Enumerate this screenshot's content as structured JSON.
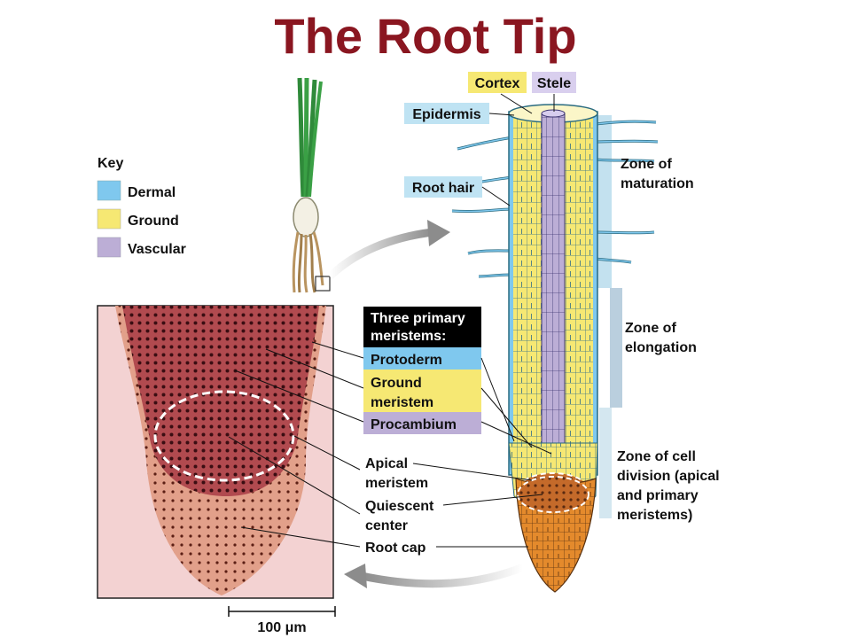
{
  "title": "The Root Tip",
  "key": {
    "heading": "Key",
    "items": [
      {
        "label": "Dermal",
        "color": "#7fc8ee"
      },
      {
        "label": "Ground",
        "color": "#f6e873"
      },
      {
        "label": "Vascular",
        "color": "#bcaed6"
      }
    ]
  },
  "meristems": {
    "header_line1": "Three primary",
    "header_line2": "meristems:",
    "protoderm": "Protoderm",
    "ground_line1": "Ground",
    "ground_line2": "meristem",
    "procambium": "Procambium"
  },
  "labels": {
    "cortex": "Cortex",
    "stele": "Stele",
    "epidermis": "Epidermis",
    "root_hair": "Root hair",
    "apical_1": "Apical",
    "apical_2": "meristem",
    "quiescent_1": "Quiescent",
    "quiescent_2": "center",
    "root_cap": "Root cap"
  },
  "zones": {
    "maturation_1": "Zone of",
    "maturation_2": "maturation",
    "elongation_1": "Zone of",
    "elongation_2": "elongation",
    "division_1": "Zone of cell",
    "division_2": "division (apical",
    "division_3": "and primary",
    "division_4": "meristems)"
  },
  "scale_bar": "100 μm",
  "colors": {
    "title": "#8a1620",
    "dermal": "#7fc8ee",
    "ground": "#f6e873",
    "vascular": "#bcaed6",
    "root_cap": "#e0882c",
    "micrograph_bg": "#f3d2d2"
  }
}
